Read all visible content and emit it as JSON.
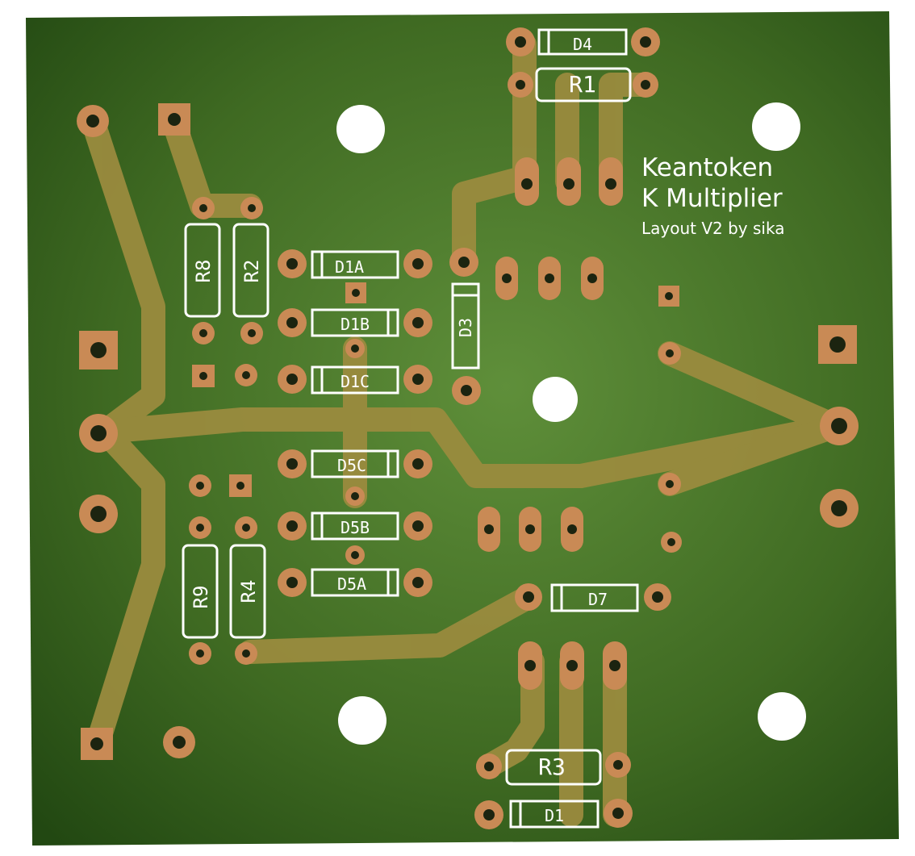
{
  "board": {
    "title_line1": "Keantoken",
    "title_line2": "K Multiplier",
    "title_line3": "Layout V2 by sika",
    "colors": {
      "substrate": "#4f7a2f",
      "substrate_edge": "#244a10",
      "trace": "#9a8b3e",
      "pad_copper": "#c98a55",
      "drill": "#1c2410",
      "silkscreen": "#ffffff"
    }
  },
  "components": {
    "d4": "D4",
    "r1": "R1",
    "r8": "R8",
    "r2": "R2",
    "d1a": "D1A",
    "d1b": "D1B",
    "d1c": "D1C",
    "d3": "D3",
    "d5c": "D5C",
    "d5b": "D5B",
    "d5a": "D5A",
    "r9": "R9",
    "r4": "R4",
    "d7": "D7",
    "r3": "R3",
    "d1": "D1"
  }
}
